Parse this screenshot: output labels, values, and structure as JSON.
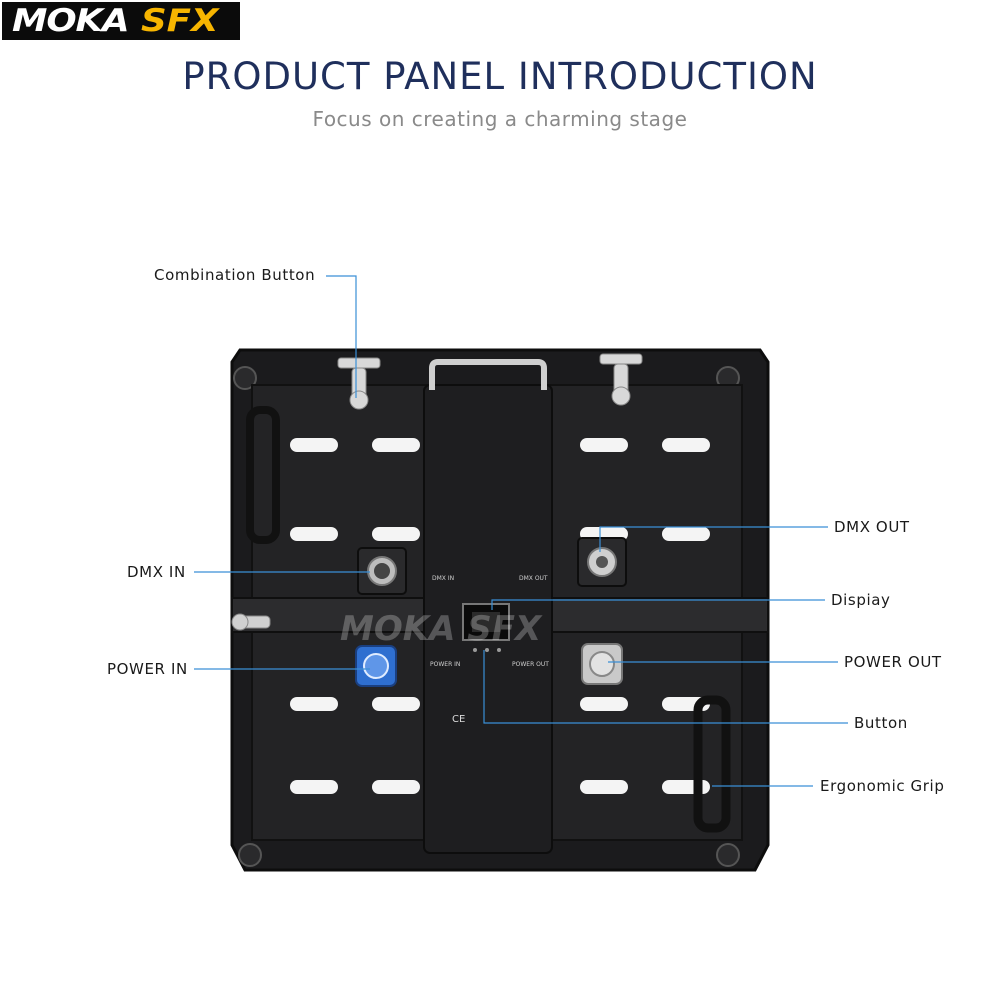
{
  "logo": {
    "brand_left": "MOKA",
    "brand_right": "SFX",
    "color_left": "#ffffff",
    "color_right": "#f7b500"
  },
  "header": {
    "title": "PRODUCT PANEL INTRODUCTION",
    "subtitle": "Focus on creating a charming stage"
  },
  "callouts": {
    "combination_button": "Combination Button",
    "dmx_in": "DMX IN",
    "power_in": "POWER IN",
    "dmx_out": "DMX OUT",
    "display": "Dispiay",
    "power_out": "POWER OUT",
    "button": "Button",
    "ergonomic_grip": "Ergonomic Grip"
  },
  "panel_markings": {
    "dmx_in_small": "DMX IN",
    "dmx_out_small": "DMX OUT",
    "power_in_small": "POWER IN",
    "power_out_small": "POWER OUT",
    "watermark": "MOKA SFX",
    "certifications": "CE"
  },
  "colors": {
    "title": "#1f2f5c",
    "leader_line": "#3a8fd6",
    "panel": "#1c1c1e",
    "power_in_connector": "#2f6fd0"
  }
}
